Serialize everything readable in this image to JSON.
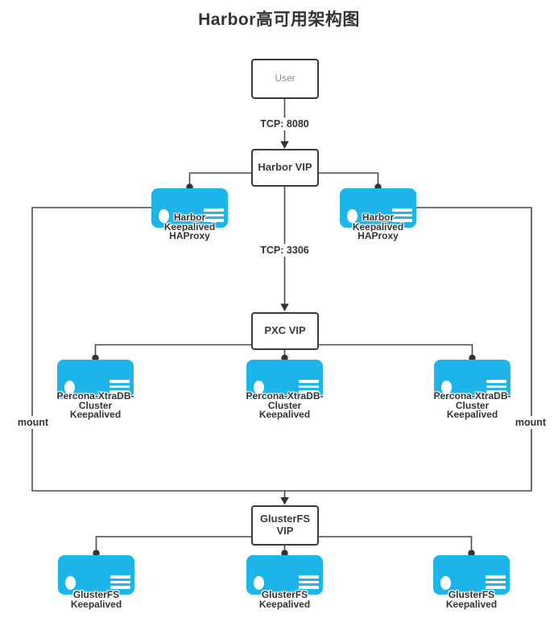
{
  "title": "Harbor高可用架构图",
  "nodes": {
    "user": {
      "label": "User"
    },
    "harbor_vip": {
      "label": "Harbor VIP"
    },
    "pxc_vip": {
      "label": "PXC VIP"
    },
    "glusterfs_vip": {
      "line1": "GlusterFS",
      "line2": "VIP"
    }
  },
  "edge_labels": {
    "user_to_harbor": "TCP:  8080",
    "harbor_to_pxc": "TCP:  3306",
    "mount_left": "mount",
    "mount_right": "mount"
  },
  "servers": {
    "harbor_left": {
      "line1": "Harbor",
      "line2": "Keepalived",
      "line3": "HAProxy"
    },
    "harbor_right": {
      "line1": "Harbor",
      "line2": "Keepalived",
      "line3": "HAProxy"
    },
    "pxc_left": {
      "line1": "Percona-XtraDB-",
      "line2": "Cluster",
      "line3": "Keepalived"
    },
    "pxc_middle": {
      "line1": "Percona-XtraDB-",
      "line2": "Cluster",
      "line3": "Keepalived"
    },
    "pxc_right": {
      "line1": "Percona-XtraDB-",
      "line2": "Cluster",
      "line3": "Keepalived"
    },
    "glusterfs_left": {
      "line1": "GlusterFS",
      "line2": "Keepalived"
    },
    "glusterfs_middle": {
      "line1": "GlusterFS",
      "line2": "Keepalived"
    },
    "glusterfs_right": {
      "line1": "GlusterFS",
      "line2": "Keepalived"
    }
  },
  "colors": {
    "server_fill": "#1db4e9",
    "connector": "#4a4a4a",
    "box_border": "#3a3a3a",
    "label_text": "#333333",
    "user_text": "#8c8c8c",
    "background": "#ffffff"
  }
}
